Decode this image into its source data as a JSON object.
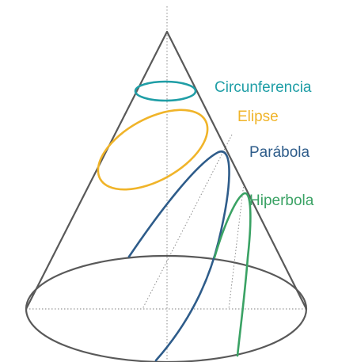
{
  "labels": {
    "circle": "Circunferencia",
    "ellipse": "Elipse",
    "parabola": "Parábola",
    "hyperbola": "Hiperbola"
  },
  "colors": {
    "cone": "#595959",
    "guides": "#7f7f7f",
    "circle": "#1f9ea6",
    "ellipse": "#f0b429",
    "parabola": "#2e5c8a",
    "hyperbola": "#3aa264"
  }
}
